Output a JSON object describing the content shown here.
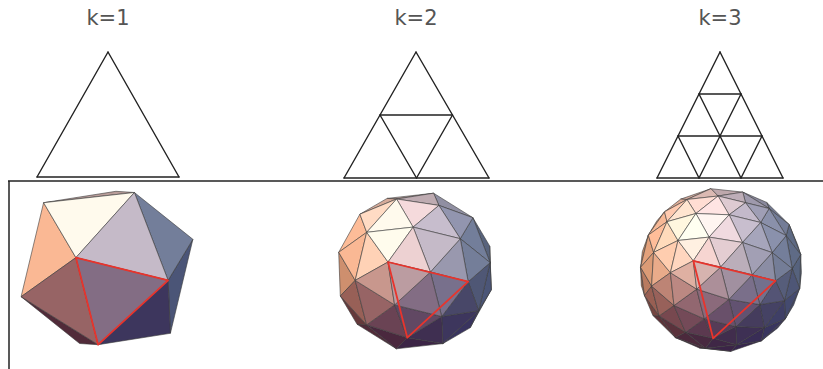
{
  "diagram": {
    "labels": [
      "k=1",
      "k=2",
      "k=3"
    ]
  }
}
